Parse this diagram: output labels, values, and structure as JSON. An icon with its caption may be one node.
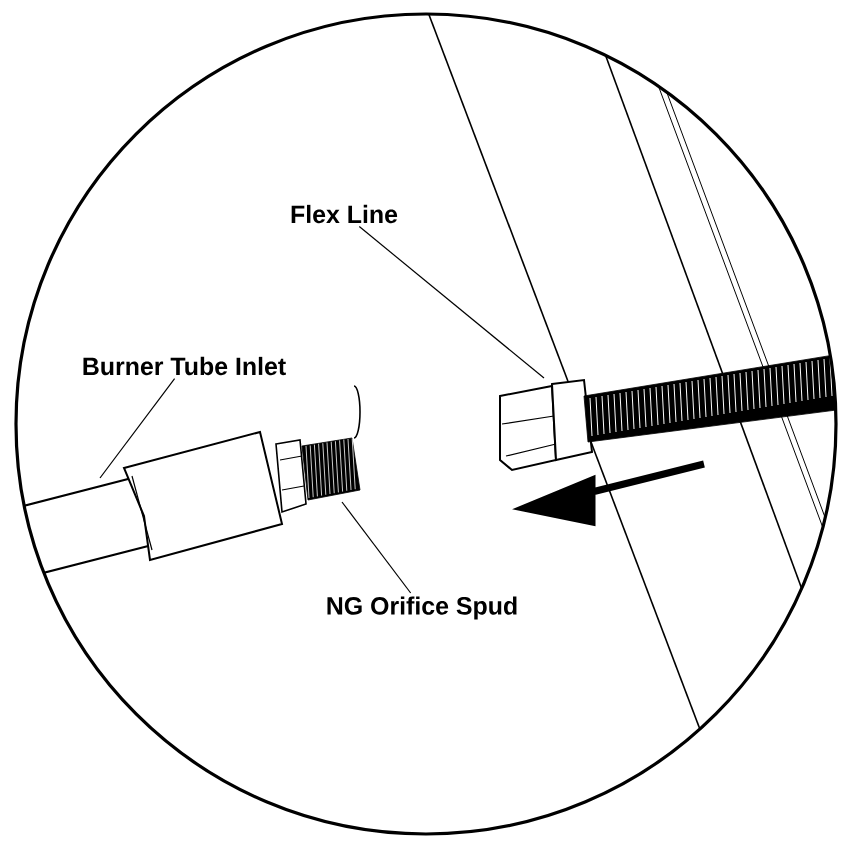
{
  "diagram": {
    "nodes": [
      {
        "text": [
          "Flex Line"
        ]
      },
      {
        "text": [
          "Burner Tube Inlet"
        ]
      },
      {
        "text": [
          "NG Orifice Spud"
        ]
      }
    ],
    "edges": [
      {
        "from": 0,
        "to": null,
        "arrow": "none"
      },
      {
        "from": 1,
        "to": null,
        "arrow": "none"
      },
      {
        "from": 2,
        "to": null,
        "arrow": "none"
      }
    ]
  }
}
